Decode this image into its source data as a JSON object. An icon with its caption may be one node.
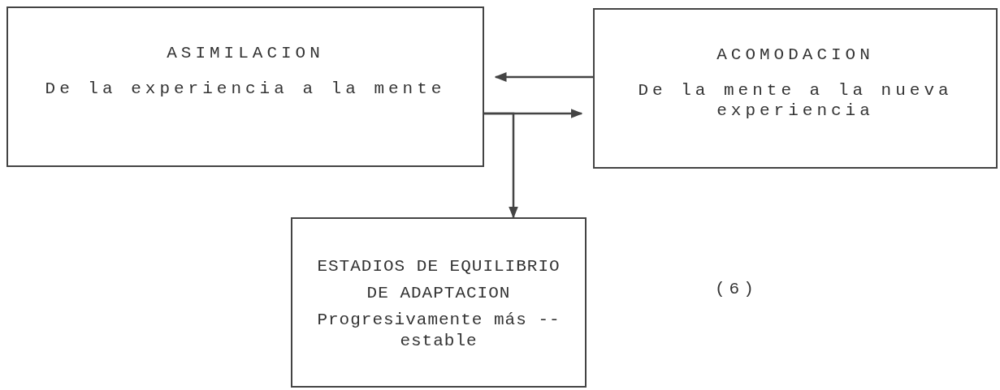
{
  "diagram": {
    "nodes": [
      {
        "text": [
          "ASIMILACION",
          "De la experiencia a la mente"
        ]
      },
      {
        "text": [
          "ACOMODACION",
          "De la mente a la nueva experiencia"
        ]
      },
      {
        "text": [
          "ESTADIOS DE EQUILIBRIO DE ADAPTACION",
          "Progresivamente más -- estable"
        ]
      }
    ],
    "edges": [
      {
        "from": 1,
        "to": 0,
        "arrow": "to"
      },
      {
        "from": 0,
        "to": 1,
        "arrow": "to"
      },
      {
        "from": 0,
        "to": 2,
        "arrow": "to"
      }
    ],
    "labels": [
      "(6)"
    ]
  }
}
